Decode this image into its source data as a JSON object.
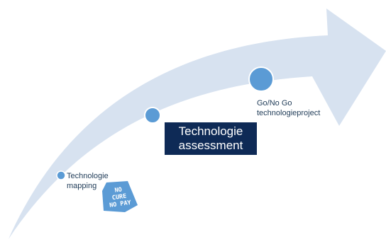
{
  "colors": {
    "arrow_fill": "#d7e2f0",
    "step_dot": "#5b9bd5",
    "step_dot_ring": "#ffffff",
    "assessment_bg": "#0e2a56",
    "assessment_text": "#ffffff",
    "label_text": "#1f3b57",
    "badge_fill": "#5b9bd5",
    "badge_text": "#ffffff"
  },
  "steps": [
    {
      "label_line1": "Technologie",
      "label_line2": "mapping"
    },
    {
      "label_line1": "Technologie",
      "label_line2": "assessment"
    },
    {
      "label_line1": "Go/No Go",
      "label_line2": "technologieproject"
    }
  ],
  "badge": {
    "line1": "NO",
    "line2": "CURE",
    "line3": "NO PAY"
  }
}
